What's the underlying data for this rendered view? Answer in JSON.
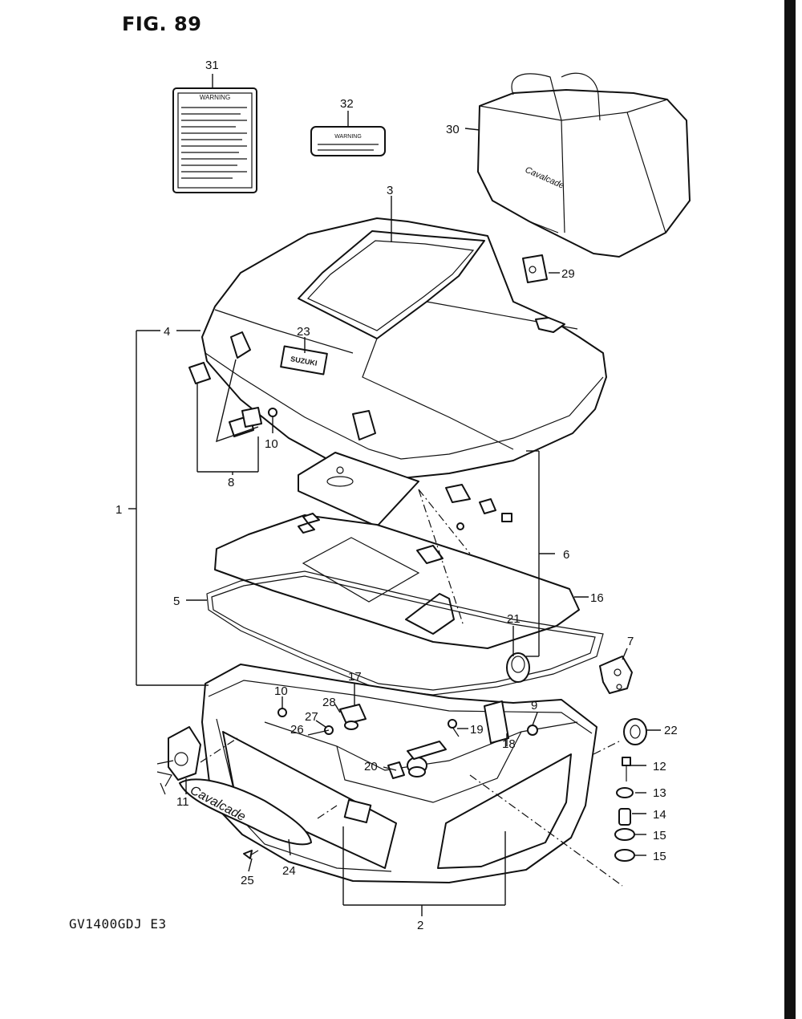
{
  "figure": {
    "title": "FIG. 89",
    "model_code": "GV1400GDJ E3"
  },
  "labels": {
    "warning_large": "WARNING",
    "warning_small": "WARNING",
    "bag_script": "Cavalcade",
    "emblem_script": "Cavalcade",
    "lid_emblem": "SUZUKI"
  },
  "callouts": [
    "31",
    "32",
    "30",
    "3",
    "29",
    "4",
    "23",
    "1",
    "10",
    "8",
    "6",
    "5",
    "16",
    "21",
    "7",
    "9",
    "22",
    "17",
    "28",
    "10",
    "27",
    "26",
    "19",
    "18",
    "12",
    "13",
    "20",
    "11",
    "14",
    "15",
    "15",
    "24",
    "25",
    "2"
  ]
}
